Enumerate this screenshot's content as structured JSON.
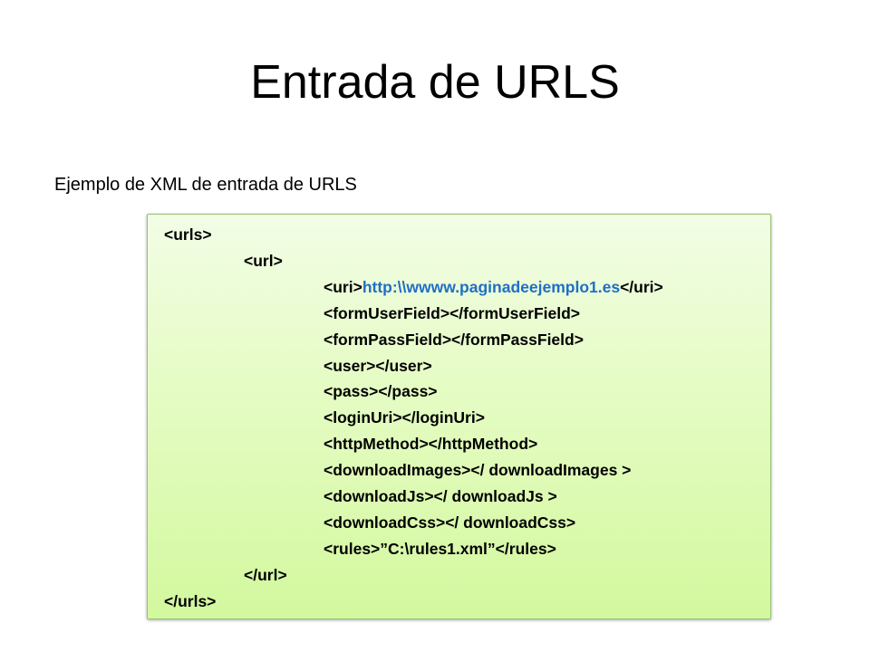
{
  "slide": {
    "title": "Entrada de URLS",
    "subtitle": "Ejemplo de XML de entrada de URLS"
  },
  "xml": {
    "urls_open": "<urls>",
    "url_open": "<url>",
    "uri_open": "<uri>",
    "uri_value": "http:\\\\wwww.paginadeejemplo1.es",
    "uri_close": "</uri>",
    "form_user_field": "<formUserField></formUserField>",
    "form_pass_field": "<formPassField></formPassField>",
    "user": "<user></user>",
    "pass": "<pass></pass>",
    "login_uri": "<loginUri></loginUri>",
    "http_method": "<httpMethod></httpMethod>",
    "download_images": "<downloadImages></ downloadImages >",
    "download_js": "<downloadJs></ downloadJs >",
    "download_css": "<downloadCss></ downloadCss>",
    "rules": "<rules>”C:\\rules1.xml”</rules>",
    "url_close": "</url>",
    "urls_close": "</urls>"
  },
  "colors": {
    "link": "#1f6fc5",
    "box_top": "#f2fde6",
    "box_bottom": "#d3f89e",
    "box_border": "#98c07a"
  }
}
